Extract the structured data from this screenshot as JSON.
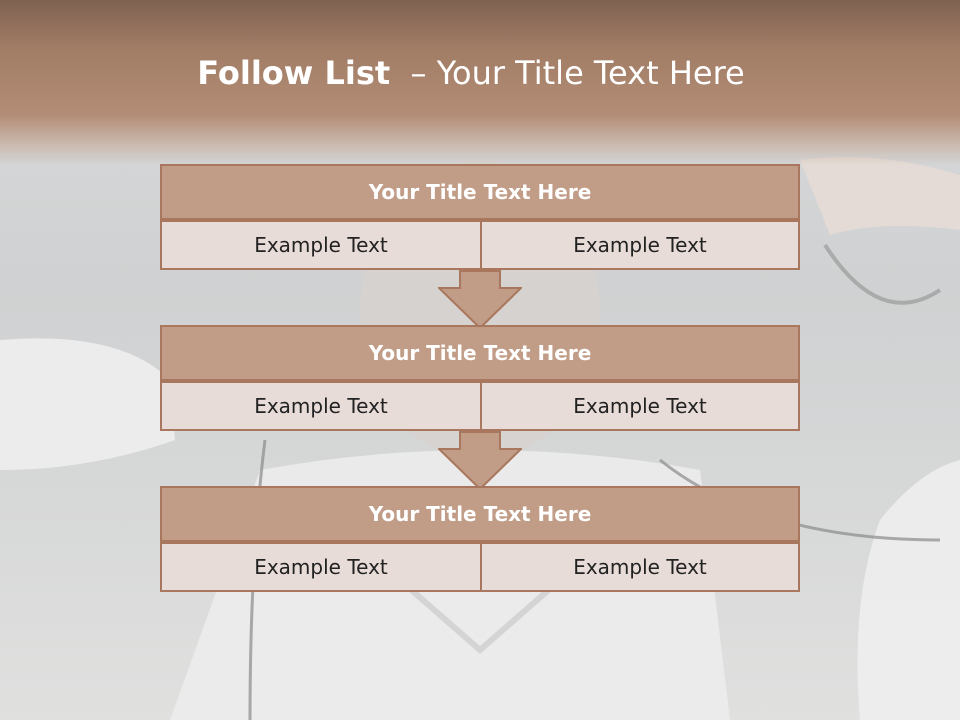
{
  "title": {
    "bold": "Follow List",
    "rest": "  – Your Title Text Here"
  },
  "boxes": [
    {
      "title": "Your Title Text Here",
      "left_text": "Example Text",
      "right_text": "Example Text"
    },
    {
      "title": "Your Title Text Here",
      "left_text": "Example Text",
      "right_text": "Example Text"
    },
    {
      "title": "Your Title Text Here",
      "left_text": "Example Text",
      "right_text": "Example Text"
    }
  ],
  "colors": {
    "title_band": "#a27d66",
    "box_header": "#c19c87",
    "box_cell": "#e8dcd8",
    "border": "#a8775e"
  }
}
